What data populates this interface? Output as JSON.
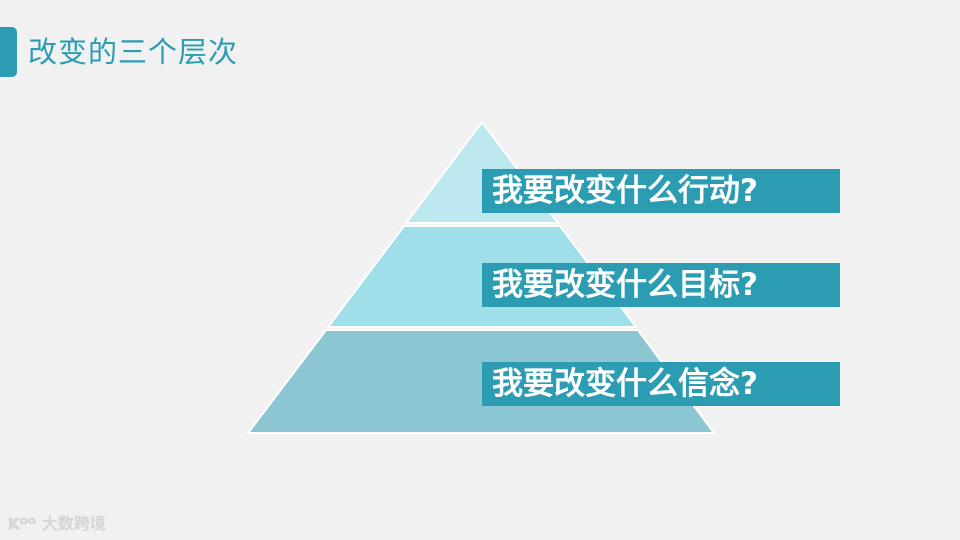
{
  "header": {
    "title": "改变的三个层次",
    "accent_color": "#2b9cb2"
  },
  "pyramid": {
    "levels": [
      {
        "label": "我要改变什么行动?",
        "fill": "#bde8ef"
      },
      {
        "label": "我要改变什么目标?",
        "fill": "#9fdfea"
      },
      {
        "label": "我要改变什么信念?",
        "fill": "#8cc6d2"
      }
    ],
    "label_bg": "#2b9cb2"
  },
  "footer": {
    "logo_mark": "Kᴼᴼ",
    "logo_text": "大数跨境"
  }
}
